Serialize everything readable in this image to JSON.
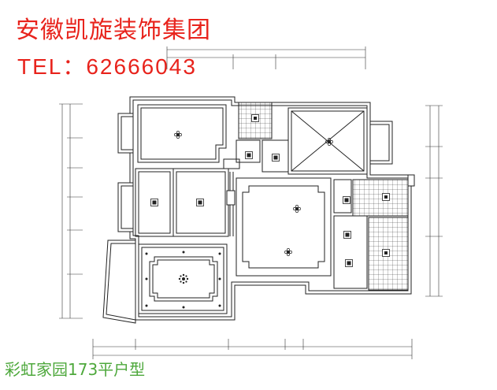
{
  "brand": {
    "company_name": "安徽凯旋装饰集团",
    "tel": "TEL：62666043",
    "color": "#e8231c"
  },
  "plan": {
    "caption": "彩虹家园173平户型",
    "caption_color": "#4ea83c",
    "line_color": "#222222"
  }
}
